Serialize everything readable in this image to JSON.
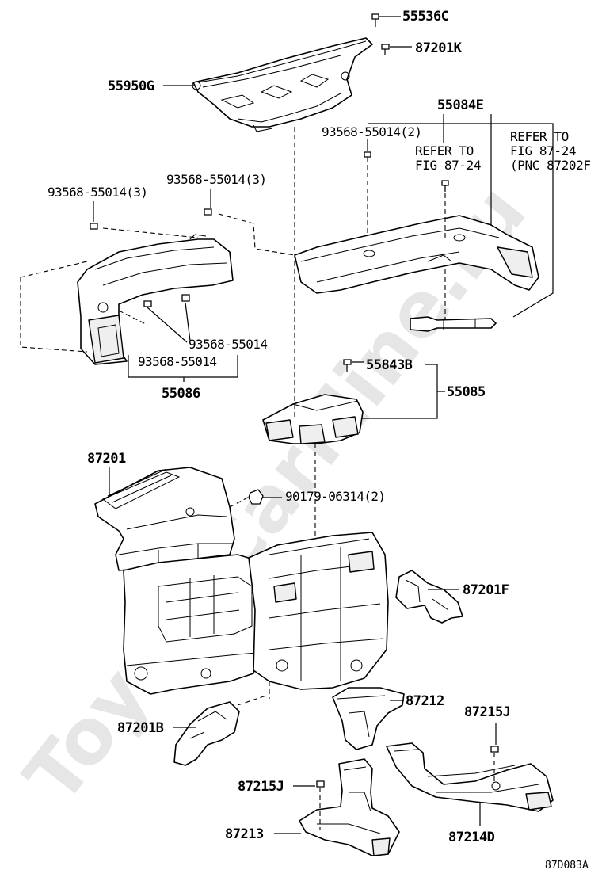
{
  "watermark": "ToyotaCarMine.ru",
  "diagram_code": "87D083A",
  "labels": {
    "p55536C": "55536C",
    "p87201K": "87201K",
    "p55950G": "55950G",
    "p55084E": "55084E",
    "p93568_55014_2": "93568-55014(2)",
    "refer1_line1": "REFER TO",
    "refer1_line2": "FIG 87-24",
    "refer2_line1": "REFER TO",
    "refer2_line2": "FIG 87-24",
    "refer2_line3": "(PNC 87202F",
    "p93568_55014_3a": "93568-55014(3)",
    "p93568_55014_3b": "93568-55014(3)",
    "p93568_55014_a": "93568-55014",
    "p93568_55014_b": "93568-55014",
    "p55086": "55086",
    "p55843B": "55843B",
    "p55085": "55085",
    "p87201": "87201",
    "p90179_06314_2": "90179-06314(2)",
    "p87201F": "87201F",
    "p87212": "87212",
    "p87215J_a": "87215J",
    "p87201B": "87201B",
    "p87215J_b": "87215J",
    "p87213": "87213",
    "p87214D": "87214D"
  }
}
